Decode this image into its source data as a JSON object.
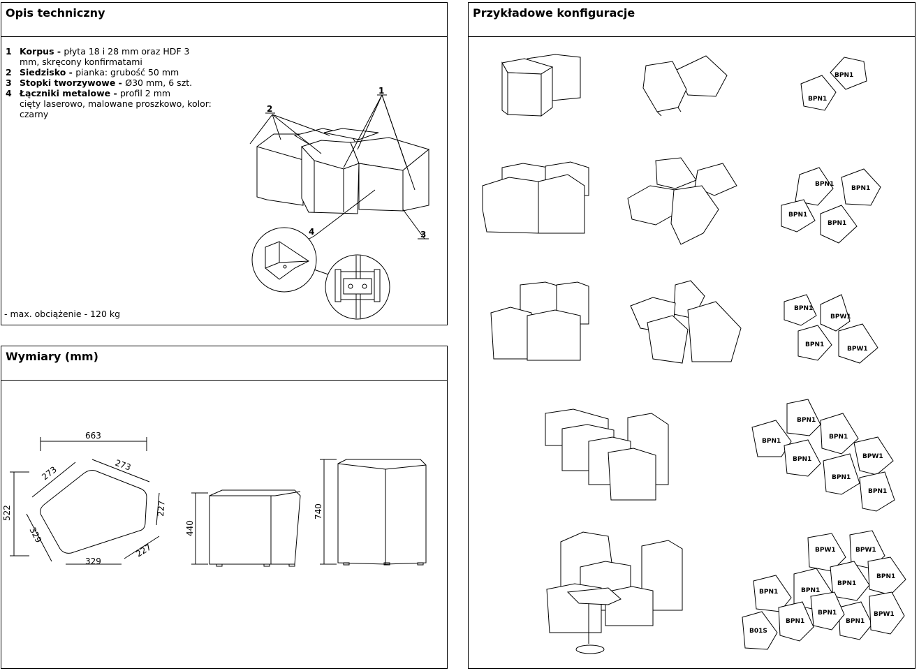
{
  "tech": {
    "title": "Opis techniczny",
    "items": [
      {
        "num": "1",
        "name": "Korpus",
        "sep": " - ",
        "desc": "płyta 18 i 28 mm oraz HDF 3",
        "desc2": "mm, skręcony konfirmatami"
      },
      {
        "num": "2",
        "name": "Siedzisko",
        "sep": " - ",
        "desc": "pianka: grubość 50 mm",
        "desc2": ""
      },
      {
        "num": "3",
        "name": "Stopki tworzywowe",
        "sep": " - ",
        "desc": "Ø30 mm, 6 szt.",
        "desc2": ""
      },
      {
        "num": "4",
        "name": "Łączniki metalowe",
        "sep": " - ",
        "desc": "profil 2 mm",
        "desc2": "cięty laserowo, malowane proszkowo, kolor:",
        "desc3": "czarny"
      }
    ],
    "max_load": "- max. obciążenie - 120 kg",
    "callouts": {
      "c1": "1",
      "c2": "2",
      "c3": "3",
      "c4": "4"
    }
  },
  "dims": {
    "title": "Wymiary (mm)",
    "labels": {
      "width": "663",
      "depth": "522",
      "edge_top_left": "273",
      "edge_top_right": "273",
      "edge_right_upper": "227",
      "edge_right_lower": "227",
      "edge_bottom": "329",
      "edge_left": "329",
      "height_low": "440",
      "height_high": "740"
    }
  },
  "configs": {
    "title": "Przykładowe konfiguracje",
    "plans": {
      "p1": [
        "BPN1",
        "BPN1"
      ],
      "p2": [
        "BPN1",
        "BPN1",
        "BPN1",
        "BPN1"
      ],
      "p3": [
        "BPN1",
        "BPW1",
        "BPN1",
        "BPW1"
      ],
      "p4": [
        "BPN1",
        "BPN1",
        "BPN1",
        "BPN1",
        "BPW1",
        "BPN1",
        "BPN1"
      ],
      "p5": [
        "BPW1",
        "BPW1",
        "BPN1",
        "BPN1",
        "BPN1",
        "BPN1",
        "BPN1",
        "BPN1",
        "BPW1",
        "B01S",
        "BPN1"
      ]
    }
  }
}
